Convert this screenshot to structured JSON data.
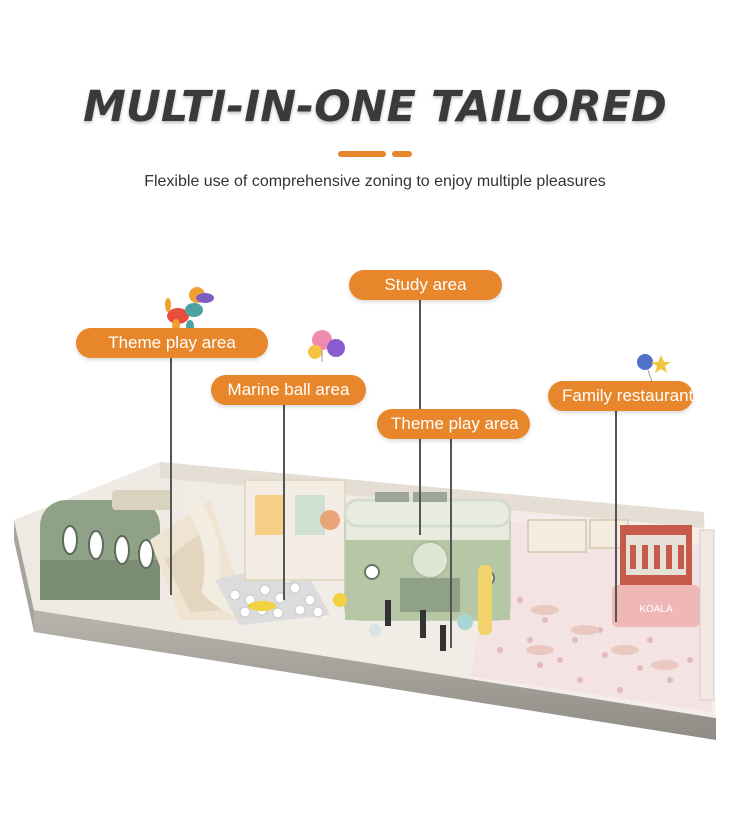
{
  "header": {
    "title": "MULTI-IN-ONE TAILORED",
    "subtitle": "Flexible use of comprehensive zoning to enjoy multiple pleasures"
  },
  "colors": {
    "accent": "#e7862a",
    "title": "#3a3a3a",
    "leader": "#555555"
  },
  "zones": [
    {
      "label": "Theme play area"
    },
    {
      "label": "Marine ball area"
    },
    {
      "label": "Study area"
    },
    {
      "label": "Theme play area"
    },
    {
      "label": "Family restaurant"
    }
  ],
  "scene": {
    "sign_text": "KOALA"
  }
}
